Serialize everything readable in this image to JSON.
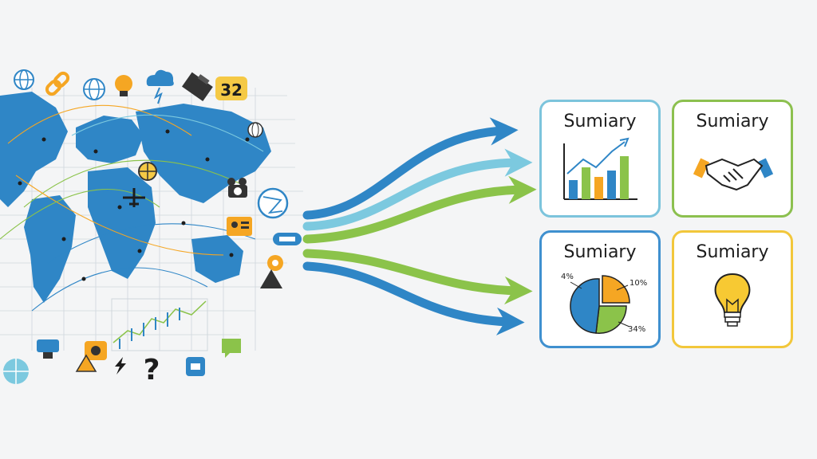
{
  "colors": {
    "blue": "#2f86c6",
    "light_blue": "#7cc9df",
    "green": "#8bc34a",
    "orange": "#f5a623",
    "yellow": "#f2c73b"
  },
  "left_graphic": {
    "icon_text_32": "32",
    "icon_text_question": "?",
    "icon_names": [
      "globe-icon",
      "chain-link-icon",
      "lightbulb-icon",
      "cloud-icon",
      "camera-icon",
      "network-icon",
      "airplane-icon",
      "warning-icon",
      "lightning-icon",
      "question-icon"
    ]
  },
  "cards": [
    {
      "title": "Sumiary",
      "icon": "bar-chart-icon"
    },
    {
      "title": "Sumiary",
      "icon": "handshake-icon"
    },
    {
      "title": "Sumiary",
      "icon": "pie-chart-icon",
      "labels": {
        "top_left": "4%",
        "top_right": "10%",
        "bottom_right": "34%"
      }
    },
    {
      "title": "Sumiary",
      "icon": "lightbulb-icon"
    }
  ]
}
